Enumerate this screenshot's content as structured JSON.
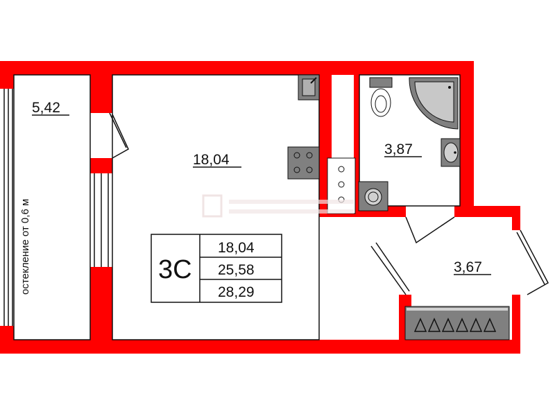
{
  "rooms": [
    {
      "id": "loggia",
      "area": "5,42"
    },
    {
      "id": "main-room",
      "area": "18,04"
    },
    {
      "id": "bathroom",
      "area": "3,87"
    },
    {
      "id": "hallway",
      "area": "3,67"
    }
  ],
  "glazing_note": "остекление от 0,6 м",
  "legend": {
    "type": "3С",
    "living_area": "18,04",
    "total_area": "25,58",
    "total_with_loggia": "28,29"
  },
  "colors": {
    "wall": "#ff0000",
    "fixture": "#808080",
    "line": "#111111"
  }
}
